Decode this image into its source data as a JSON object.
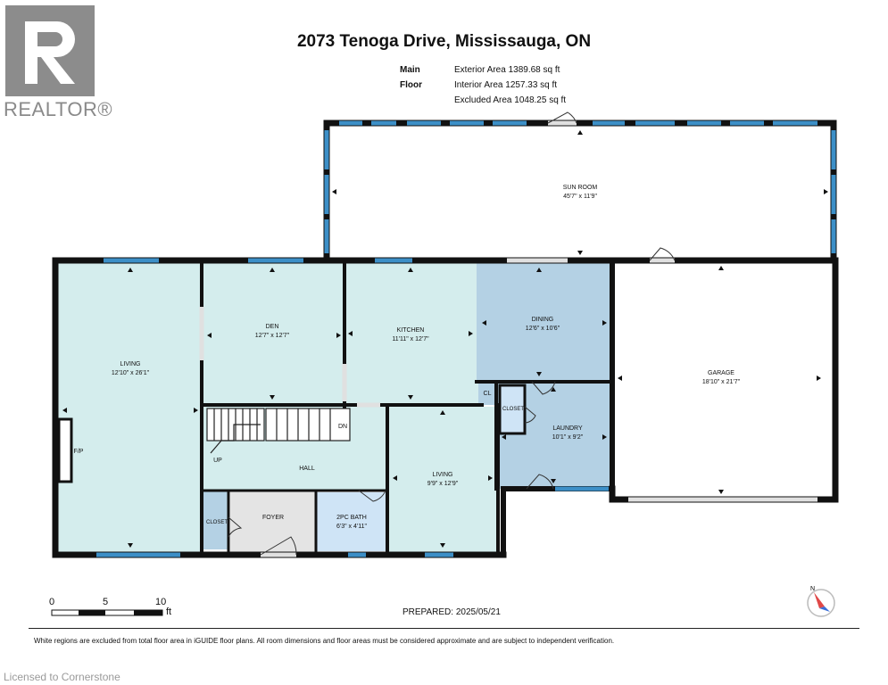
{
  "brand": {
    "name": "REALTOR®"
  },
  "title": "2073 Tenoga Drive, Mississauga, ON",
  "areas": {
    "floor": "Main Floor",
    "exterior": "Exterior Area 1389.68 sq ft",
    "interior": "Interior Area 1257.33 sq ft",
    "excluded": "Excluded Area 1048.25 sq ft"
  },
  "rooms": {
    "sunroom": {
      "name": "SUN ROOM",
      "dims": "45'7\" x 11'9\""
    },
    "living1": {
      "name": "LIVING",
      "dims": "12'10\" x 26'1\""
    },
    "den": {
      "name": "DEN",
      "dims": "12'7\" x 12'7\""
    },
    "kitchen": {
      "name": "KITCHEN",
      "dims": "11'11\" x 12'7\""
    },
    "dining": {
      "name": "DINING",
      "dims": "12'6\" x 10'6\""
    },
    "garage": {
      "name": "GARAGE",
      "dims": "18'10\" x 21'7\""
    },
    "laundry": {
      "name": "LAUNDRY",
      "dims": "10'1\" x 9'2\""
    },
    "living2": {
      "name": "LIVING",
      "dims": "9'9\" x 12'9\""
    },
    "bath": {
      "name": "2PC BATH",
      "dims": "6'3\" x 4'11\""
    },
    "foyer": {
      "name": "FOYER"
    },
    "hall": {
      "name": "HALL"
    },
    "closet1": {
      "name": "CLOSET"
    },
    "closet2": {
      "name": "CLOSET"
    },
    "cl": {
      "name": "CL"
    },
    "fp": "F/P",
    "up": "UP",
    "dn": "DN"
  },
  "scale": {
    "ticks": [
      "0",
      "5",
      "10"
    ],
    "unit": "ft"
  },
  "compass_label": "N",
  "prepared": "PREPARED: 2025/05/21",
  "footnote": "White regions are excluded from total floor area in iGUIDE floor plans. All room dimensions and floor areas must be considered approximate and are subject to independent verification.",
  "licensed": "Licensed to Cornerstone",
  "colors": {
    "living_fill": "#d4eded",
    "dining_fill": "#b4d1e4",
    "bath_fill": "#cfe4f6",
    "foyer_fill": "#e4e4e4",
    "wall": "#111111",
    "window": "#3c8fc7"
  }
}
